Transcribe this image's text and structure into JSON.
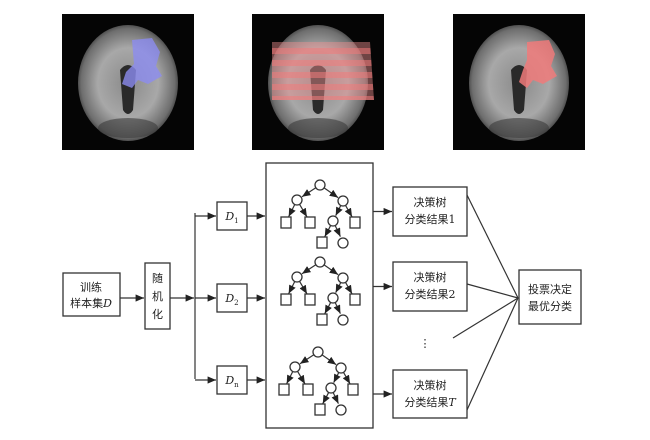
{
  "images": [
    {
      "overlay": "blue-region",
      "overlay_color": "#8c8cf0"
    },
    {
      "overlay": "red-striped-region",
      "overlay_color": "#f07a7a"
    },
    {
      "overlay": "red-region",
      "overlay_color": "#f07a7a"
    }
  ],
  "diagram": {
    "input_line1": "训练",
    "input_line2": "样本集",
    "input_var": "D",
    "randomize": [
      "随",
      "机",
      "化"
    ],
    "subsets": [
      {
        "var": "D",
        "sub": "1"
      },
      {
        "var": "D",
        "sub": "2"
      },
      {
        "var": "D",
        "sub": "n"
      }
    ],
    "results": [
      {
        "line1": "决策树",
        "line2": "分类结果",
        "index": "1",
        "italic": false
      },
      {
        "line1": "决策树",
        "line2": "分类结果",
        "index": "2",
        "italic": false
      },
      {
        "line1": "决策树",
        "line2": "分类结果",
        "index": "T",
        "italic": true
      }
    ],
    "ellipsis": "⋮",
    "vote_line1": "投票决定",
    "vote_line2": "最优分类"
  }
}
